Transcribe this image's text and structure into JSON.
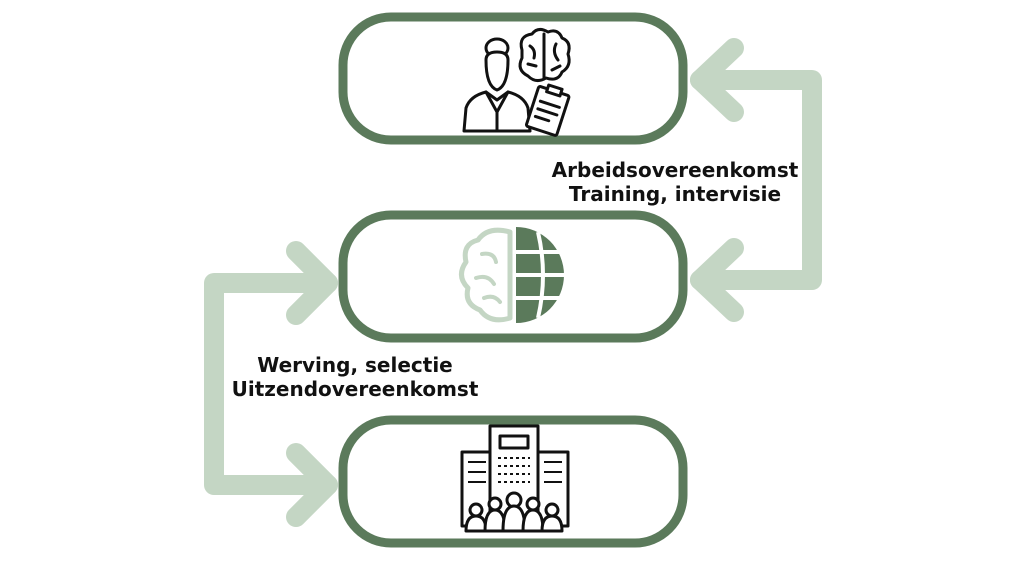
{
  "colors": {
    "box_border": "#5b7a5b",
    "arrow": "#c4d6c4",
    "icon_dark": "#111111",
    "brand_green": "#5b7a5b",
    "brand_light": "#c4d6c4"
  },
  "nodes": [
    {
      "id": "worker",
      "icon": "nurse-with-brain-and-clipboard-icon"
    },
    {
      "id": "agency",
      "icon": "brain-globe-logo-icon"
    },
    {
      "id": "client",
      "icon": "office-building-with-people-icon"
    }
  ],
  "edges": [
    {
      "from": "agency",
      "to": "worker",
      "lines": [
        "Arbeidsovereenkomst",
        "Training, intervisie"
      ]
    },
    {
      "from": "client",
      "to": "agency",
      "lines": [
        "Werving, selectie",
        "Uitzendovereenkomst"
      ]
    }
  ]
}
